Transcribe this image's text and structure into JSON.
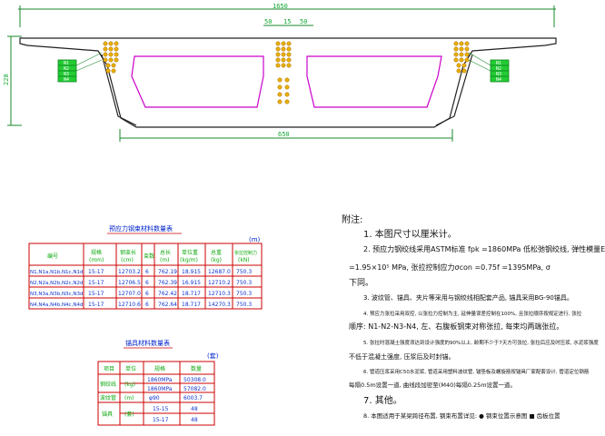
{
  "drawing": {
    "top_width": "1650",
    "bottom_width": "650",
    "height": "220",
    "center_dims": [
      "50",
      "15",
      "50"
    ],
    "tags_left": [
      "N1",
      "N2",
      "N3",
      "N4"
    ],
    "tags_right": [
      "N1",
      "N2",
      "N3",
      "N4"
    ]
  },
  "table1": {
    "title": "预应力钢束材料数量表",
    "unit": "(m)",
    "headers": [
      "编号",
      "规格",
      "钢束长",
      "束数",
      "总长",
      "单位重",
      "总重",
      "张拉控制力"
    ],
    "sub_headers": [
      "",
      "(mm)",
      "(cm)",
      "",
      "(m)",
      "(kg/m)",
      "(kg)",
      "(kN)"
    ],
    "rows": [
      [
        "N1,N1a,N1b,N1c,N1d",
        "15-17",
        "12703.2",
        "6",
        "762.19",
        "18.915",
        "12687.0",
        "750.3"
      ],
      [
        "N2,N2a,N2b,N2c,N2d",
        "15-17",
        "12706.5",
        "6",
        "762.39",
        "16.915",
        "12710.2",
        "750.3"
      ],
      [
        "N3,N3a,N3b,N3c,N3d",
        "15-17",
        "12707.0",
        "6",
        "762.42",
        "18.717",
        "12710.3",
        "750.3"
      ],
      [
        "N4,N4a,N4b,N4c,N4d",
        "15-17",
        "12710.6",
        "6",
        "762.64",
        "18.717",
        "14270.3",
        "750.3"
      ]
    ]
  },
  "table2": {
    "title": "锚具材料数量表",
    "unit": "(套)",
    "headers": [
      "项目",
      "单位",
      "规格",
      "数量"
    ],
    "rows": [
      [
        "钢绞线",
        "(kg)",
        "1860MPa",
        "50308.0"
      ],
      [
        "",
        "",
        "1860MPa",
        "57082.0"
      ],
      [
        "波纹管",
        "(m)",
        "φ90",
        "6003.7"
      ],
      [
        "锚具",
        "(套)",
        "15-15",
        "48"
      ],
      [
        "",
        "",
        "15-17",
        "48"
      ]
    ]
  },
  "notes": {
    "heading": "附注:",
    "lines": [
      "1. 本图尺寸以厘米计。",
      "2. 预应力钢绞线采用ASTM标准 fpk =1860MPa 低松弛钢绞线, 弹性模量E",
      "=1.95×10⁵ MPa, 张拉控制应力σcon =0.75f =1395MPa, σ",
      "下同。",
      "3. 波纹管、锚具、夹片等采用与钢绞线相配套产品, 锚具采用BG-90锚具。",
      "4. 预应力张拉采用双控, 以张拉力控制为主, 延伸量误差控制在100%, 且张拉顺序按规定进行, 张拉",
      "顺序: N1-N2-N3-N4, 左、右腹板钢束对称张拉, 每束均两端张拉。",
      "5. 张拉时混凝土强度须达到设计强度的90%以上, 龄期不少于7天方可张拉, 张拉后应及时压浆, 水泥浆强度",
      "不低于混凝土强度, 压浆后及时封锚。",
      "6. 管道压浆采用C50水泥浆, 管道采用塑料波纹管, 锚垫板及螺旋筋按锚具厂家配套设计, 管道定位钢筋",
      "每隔0.5m设置一道, 曲线段加密至(M40)每隔0.25m设置一道。",
      "7. 其他。",
      "8. 本图适用于某梁跨径布置, 钢束布置详见: ● 钢束位置示意图   ■ 齿板位置"
    ]
  }
}
